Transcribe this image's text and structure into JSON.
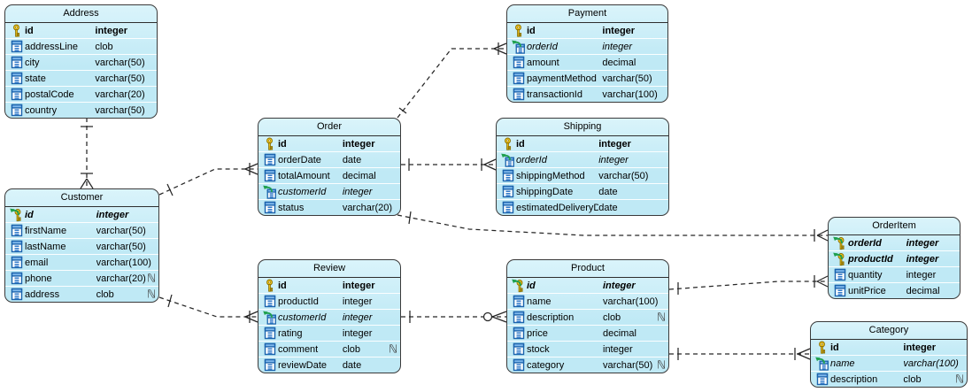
{
  "diagram": {
    "type": "entity-relationship-diagram",
    "notation": "crow-foot"
  },
  "colors": {
    "entity_fill": "#bfe9f5",
    "entity_fill_top": "#daf4fb",
    "entity_border": "#3a3a3a",
    "row_divider": "#ffffff",
    "line": "#262626",
    "pk_key_gold": "#f6c91e",
    "pk_key_outline": "#8a6f00",
    "fk_arrow_green": "#1fa04f",
    "column_icon_blue": "#1b63ad",
    "column_icon_fill": "#7db6ea"
  },
  "entities": [
    {
      "name": "Address",
      "columns": [
        {
          "name": "id",
          "type": "integer",
          "icon": "key",
          "emphasis": "bold",
          "nullable": false
        },
        {
          "name": "addressLine",
          "type": "clob",
          "icon": "column",
          "emphasis": "",
          "nullable": false
        },
        {
          "name": "city",
          "type": "varchar(50)",
          "icon": "column",
          "emphasis": "",
          "nullable": false
        },
        {
          "name": "state",
          "type": "varchar(50)",
          "icon": "column",
          "emphasis": "",
          "nullable": false
        },
        {
          "name": "postalCode",
          "type": "varchar(20)",
          "icon": "column",
          "emphasis": "",
          "nullable": false
        },
        {
          "name": "country",
          "type": "varchar(50)",
          "icon": "column",
          "emphasis": "",
          "nullable": false
        }
      ]
    },
    {
      "name": "Customer",
      "columns": [
        {
          "name": "id",
          "type": "integer",
          "icon": "key-fk",
          "emphasis": "bold-italic",
          "nullable": false
        },
        {
          "name": "firstName",
          "type": "varchar(50)",
          "icon": "column",
          "emphasis": "",
          "nullable": false
        },
        {
          "name": "lastName",
          "type": "varchar(50)",
          "icon": "column",
          "emphasis": "",
          "nullable": false
        },
        {
          "name": "email",
          "type": "varchar(100)",
          "icon": "column",
          "emphasis": "",
          "nullable": false
        },
        {
          "name": "phone",
          "type": "varchar(20)",
          "icon": "column",
          "emphasis": "",
          "nullable": true
        },
        {
          "name": "address",
          "type": "clob",
          "icon": "column",
          "emphasis": "",
          "nullable": true
        }
      ]
    },
    {
      "name": "Order",
      "columns": [
        {
          "name": "id",
          "type": "integer",
          "icon": "key",
          "emphasis": "bold",
          "nullable": false
        },
        {
          "name": "orderDate",
          "type": "date",
          "icon": "column",
          "emphasis": "",
          "nullable": false
        },
        {
          "name": "totalAmount",
          "type": "decimal",
          "icon": "column",
          "emphasis": "",
          "nullable": false
        },
        {
          "name": "customerId",
          "type": "integer",
          "icon": "column-fk",
          "emphasis": "italic",
          "nullable": false
        },
        {
          "name": "status",
          "type": "varchar(20)",
          "icon": "column",
          "emphasis": "",
          "nullable": false
        }
      ]
    },
    {
      "name": "Payment",
      "columns": [
        {
          "name": "id",
          "type": "integer",
          "icon": "key",
          "emphasis": "bold",
          "nullable": false
        },
        {
          "name": "orderId",
          "type": "integer",
          "icon": "column-fk",
          "emphasis": "italic",
          "nullable": false
        },
        {
          "name": "amount",
          "type": "decimal",
          "icon": "column",
          "emphasis": "",
          "nullable": false
        },
        {
          "name": "paymentMethod",
          "type": "varchar(50)",
          "icon": "column",
          "emphasis": "",
          "nullable": false
        },
        {
          "name": "transactionId",
          "type": "varchar(100)",
          "icon": "column",
          "emphasis": "",
          "nullable": false
        }
      ]
    },
    {
      "name": "Shipping",
      "columns": [
        {
          "name": "id",
          "type": "integer",
          "icon": "key",
          "emphasis": "bold",
          "nullable": false
        },
        {
          "name": "orderId",
          "type": "integer",
          "icon": "column-fk",
          "emphasis": "italic",
          "nullable": false
        },
        {
          "name": "shippingMethod",
          "type": "varchar(50)",
          "icon": "column",
          "emphasis": "",
          "nullable": false
        },
        {
          "name": "shippingDate",
          "type": "date",
          "icon": "column",
          "emphasis": "",
          "nullable": false
        },
        {
          "name": "estimatedDeliveryDate",
          "type": "date",
          "icon": "column",
          "emphasis": "",
          "nullable": false
        }
      ]
    },
    {
      "name": "Review",
      "columns": [
        {
          "name": "id",
          "type": "integer",
          "icon": "key",
          "emphasis": "bold",
          "nullable": false
        },
        {
          "name": "productId",
          "type": "integer",
          "icon": "column",
          "emphasis": "",
          "nullable": false
        },
        {
          "name": "customerId",
          "type": "integer",
          "icon": "column-fk",
          "emphasis": "italic",
          "nullable": false
        },
        {
          "name": "rating",
          "type": "integer",
          "icon": "column",
          "emphasis": "",
          "nullable": false
        },
        {
          "name": "comment",
          "type": "clob",
          "icon": "column",
          "emphasis": "",
          "nullable": true
        },
        {
          "name": "reviewDate",
          "type": "date",
          "icon": "column",
          "emphasis": "",
          "nullable": false
        }
      ]
    },
    {
      "name": "Product",
      "columns": [
        {
          "name": "id",
          "type": "integer",
          "icon": "key-fk",
          "emphasis": "bold-italic",
          "nullable": false
        },
        {
          "name": "name",
          "type": "varchar(100)",
          "icon": "column",
          "emphasis": "",
          "nullable": false
        },
        {
          "name": "description",
          "type": "clob",
          "icon": "column",
          "emphasis": "",
          "nullable": true
        },
        {
          "name": "price",
          "type": "decimal",
          "icon": "column",
          "emphasis": "",
          "nullable": false
        },
        {
          "name": "stock",
          "type": "integer",
          "icon": "column",
          "emphasis": "",
          "nullable": false
        },
        {
          "name": "category",
          "type": "varchar(50)",
          "icon": "column",
          "emphasis": "",
          "nullable": true
        }
      ]
    },
    {
      "name": "OrderItem",
      "columns": [
        {
          "name": "orderId",
          "type": "integer",
          "icon": "key-fk",
          "emphasis": "bold-italic",
          "nullable": false
        },
        {
          "name": "productId",
          "type": "integer",
          "icon": "key-fk",
          "emphasis": "bold-italic",
          "nullable": false
        },
        {
          "name": "quantity",
          "type": "integer",
          "icon": "column",
          "emphasis": "",
          "nullable": false
        },
        {
          "name": "unitPrice",
          "type": "decimal",
          "icon": "column",
          "emphasis": "",
          "nullable": false
        }
      ]
    },
    {
      "name": "Category",
      "columns": [
        {
          "name": "id",
          "type": "integer",
          "icon": "key",
          "emphasis": "bold",
          "nullable": false
        },
        {
          "name": "name",
          "type": "varchar(100)",
          "icon": "column-fk",
          "emphasis": "italic",
          "nullable": false
        },
        {
          "name": "description",
          "type": "clob",
          "icon": "column",
          "emphasis": "",
          "nullable": true
        }
      ]
    }
  ],
  "relationships": [
    {
      "from": "Address",
      "to": "Customer",
      "from_cardinality": "one",
      "to_cardinality": "one-or-many",
      "line_style": "dashed"
    },
    {
      "from": "Customer",
      "to": "Order",
      "from_cardinality": "one",
      "to_cardinality": "one-or-many",
      "line_style": "dashed"
    },
    {
      "from": "Order",
      "to": "Payment",
      "from_cardinality": "one",
      "to_cardinality": "one-or-many",
      "line_style": "dashed"
    },
    {
      "from": "Order",
      "to": "Shipping",
      "from_cardinality": "one",
      "to_cardinality": "one-or-many",
      "line_style": "dashed"
    },
    {
      "from": "Order",
      "to": "OrderItem",
      "from_cardinality": "one",
      "to_cardinality": "one-or-many",
      "line_style": "dashed"
    },
    {
      "from": "Customer",
      "to": "Review",
      "from_cardinality": "one",
      "to_cardinality": "one-or-many",
      "line_style": "dashed"
    },
    {
      "from": "Review",
      "to": "Product",
      "from_cardinality": "one",
      "to_cardinality": "zero-or-many",
      "line_style": "dashed"
    },
    {
      "from": "Product",
      "to": "OrderItem",
      "from_cardinality": "one",
      "to_cardinality": "one-or-many",
      "line_style": "dashed"
    },
    {
      "from": "Product",
      "to": "Category",
      "from_cardinality": "one",
      "to_cardinality": "one-or-many",
      "line_style": "dashed"
    }
  ]
}
